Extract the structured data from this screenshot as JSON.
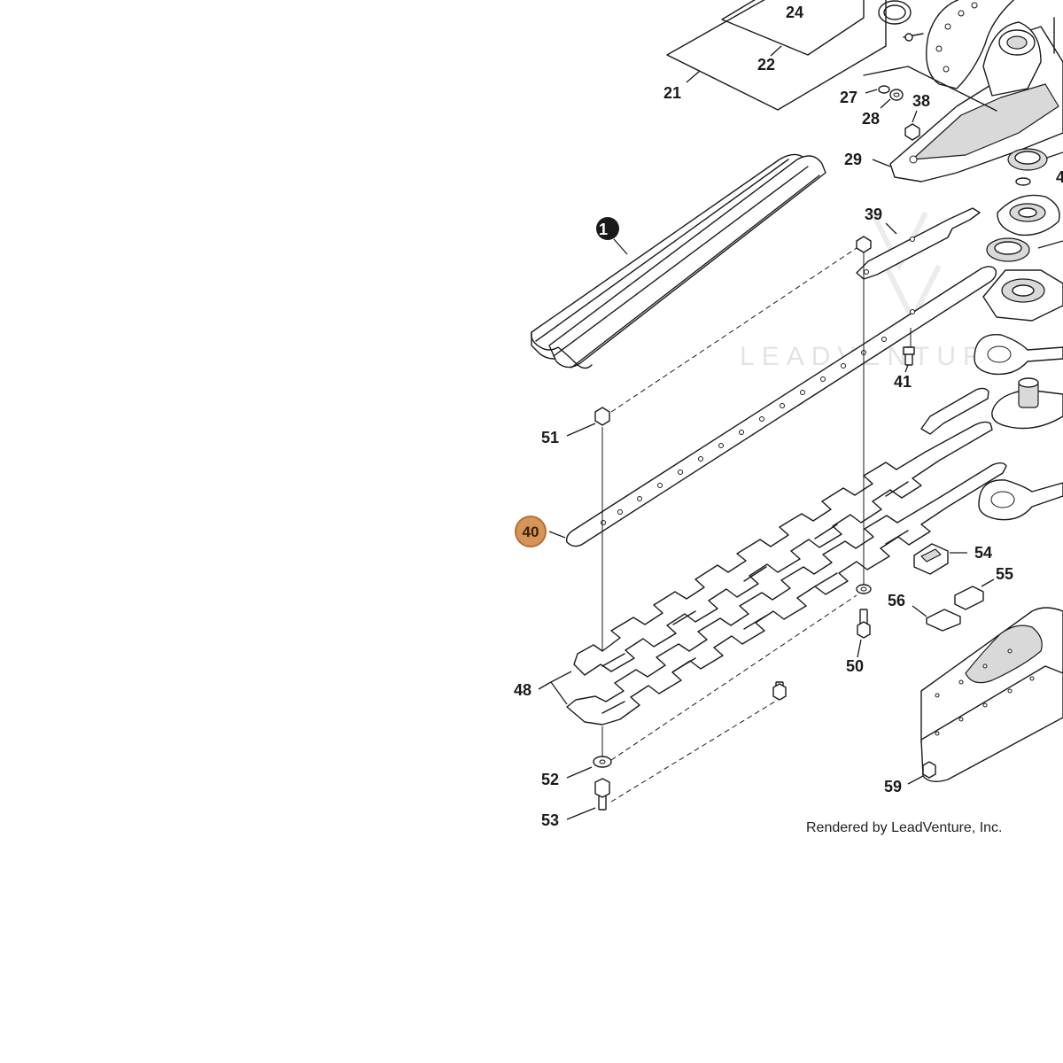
{
  "diagram": {
    "watermark_text": "LEADVENTURE",
    "credit_text": "Rendered by LeadVenture, Inc.",
    "highlight_color": "#d4945a",
    "highlight_border": "#b8702e",
    "selected_callout": "40",
    "callouts": {
      "c1": "1",
      "c21": "21",
      "c22": "22",
      "c24": "24",
      "c27": "27",
      "c28": "28",
      "c29": "29",
      "c38": "38",
      "c39": "39",
      "c40": "40",
      "c41": "41",
      "c48": "48",
      "c50": "50",
      "c51": "51",
      "c52": "52",
      "c53": "53",
      "c54": "54",
      "c55": "55",
      "c56": "56",
      "c59": "59",
      "c4x": "4"
    }
  }
}
